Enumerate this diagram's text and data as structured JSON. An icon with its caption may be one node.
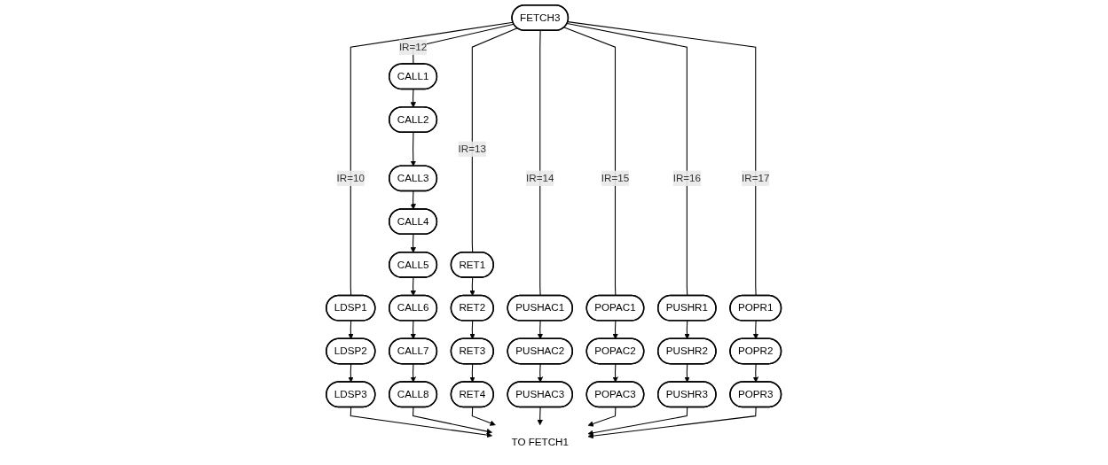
{
  "diagram": {
    "nodes": [
      {
        "text": [
          "FETCH3"
        ]
      },
      {
        "text": [
          "LDSP1"
        ]
      },
      {
        "text": [
          "LDSP2"
        ]
      },
      {
        "text": [
          "LDSP3"
        ]
      },
      {
        "text": [
          "CALL1"
        ]
      },
      {
        "text": [
          "CALL2"
        ]
      },
      {
        "text": [
          "CALL3"
        ]
      },
      {
        "text": [
          "CALL4"
        ]
      },
      {
        "text": [
          "CALL5"
        ]
      },
      {
        "text": [
          "CALL6"
        ]
      },
      {
        "text": [
          "CALL7"
        ]
      },
      {
        "text": [
          "CALL8"
        ]
      },
      {
        "text": [
          "RET1"
        ]
      },
      {
        "text": [
          "RET2"
        ]
      },
      {
        "text": [
          "RET3"
        ]
      },
      {
        "text": [
          "RET4"
        ]
      },
      {
        "text": [
          "PUSHAC1"
        ]
      },
      {
        "text": [
          "PUSHAC2"
        ]
      },
      {
        "text": [
          "PUSHAC3"
        ]
      },
      {
        "text": [
          "POPAC1"
        ]
      },
      {
        "text": [
          "POPAC2"
        ]
      },
      {
        "text": [
          "POPAC3"
        ]
      },
      {
        "text": [
          "PUSHR1"
        ]
      },
      {
        "text": [
          "PUSHR2"
        ]
      },
      {
        "text": [
          "PUSHR3"
        ]
      },
      {
        "text": [
          "POPR1"
        ]
      },
      {
        "text": [
          "POPR2"
        ]
      },
      {
        "text": [
          "POPR3"
        ]
      },
      {
        "text": [
          "TO FETCH1"
        ]
      }
    ],
    "edges": [
      {
        "from": 0,
        "to": 1,
        "arrow": "none",
        "label": "IR=10"
      },
      {
        "from": 0,
        "to": 4,
        "arrow": "none",
        "label": "IR=12"
      },
      {
        "from": 0,
        "to": 12,
        "arrow": "none",
        "label": "IR=13"
      },
      {
        "from": 0,
        "to": 16,
        "arrow": "none",
        "label": "IR=14"
      },
      {
        "from": 0,
        "to": 19,
        "arrow": "none",
        "label": "IR=15"
      },
      {
        "from": 0,
        "to": 22,
        "arrow": "none",
        "label": "IR=16"
      },
      {
        "from": 0,
        "to": 25,
        "arrow": "none",
        "label": "IR=17"
      },
      {
        "from": 1,
        "to": 2,
        "arrow": "to"
      },
      {
        "from": 2,
        "to": 3,
        "arrow": "to"
      },
      {
        "from": 4,
        "to": 5,
        "arrow": "to"
      },
      {
        "from": 5,
        "to": 6,
        "arrow": "to"
      },
      {
        "from": 6,
        "to": 7,
        "arrow": "to"
      },
      {
        "from": 7,
        "to": 8,
        "arrow": "to"
      },
      {
        "from": 8,
        "to": 9,
        "arrow": "to"
      },
      {
        "from": 9,
        "to": 10,
        "arrow": "to"
      },
      {
        "from": 10,
        "to": 11,
        "arrow": "to"
      },
      {
        "from": 12,
        "to": 13,
        "arrow": "to"
      },
      {
        "from": 13,
        "to": 14,
        "arrow": "to"
      },
      {
        "from": 14,
        "to": 15,
        "arrow": "to"
      },
      {
        "from": 16,
        "to": 17,
        "arrow": "to"
      },
      {
        "from": 17,
        "to": 18,
        "arrow": "to"
      },
      {
        "from": 19,
        "to": 20,
        "arrow": "to"
      },
      {
        "from": 20,
        "to": 21,
        "arrow": "to"
      },
      {
        "from": 22,
        "to": 23,
        "arrow": "to"
      },
      {
        "from": 23,
        "to": 24,
        "arrow": "to"
      },
      {
        "from": 25,
        "to": 26,
        "arrow": "to"
      },
      {
        "from": 26,
        "to": 27,
        "arrow": "to"
      },
      {
        "from": 3,
        "to": 28,
        "arrow": "to"
      },
      {
        "from": 11,
        "to": 28,
        "arrow": "to"
      },
      {
        "from": 15,
        "to": 28,
        "arrow": "to"
      },
      {
        "from": 18,
        "to": 28,
        "arrow": "to"
      },
      {
        "from": 21,
        "to": 28,
        "arrow": "to"
      },
      {
        "from": 24,
        "to": 28,
        "arrow": "to"
      },
      {
        "from": 27,
        "to": 28,
        "arrow": "to"
      }
    ]
  }
}
